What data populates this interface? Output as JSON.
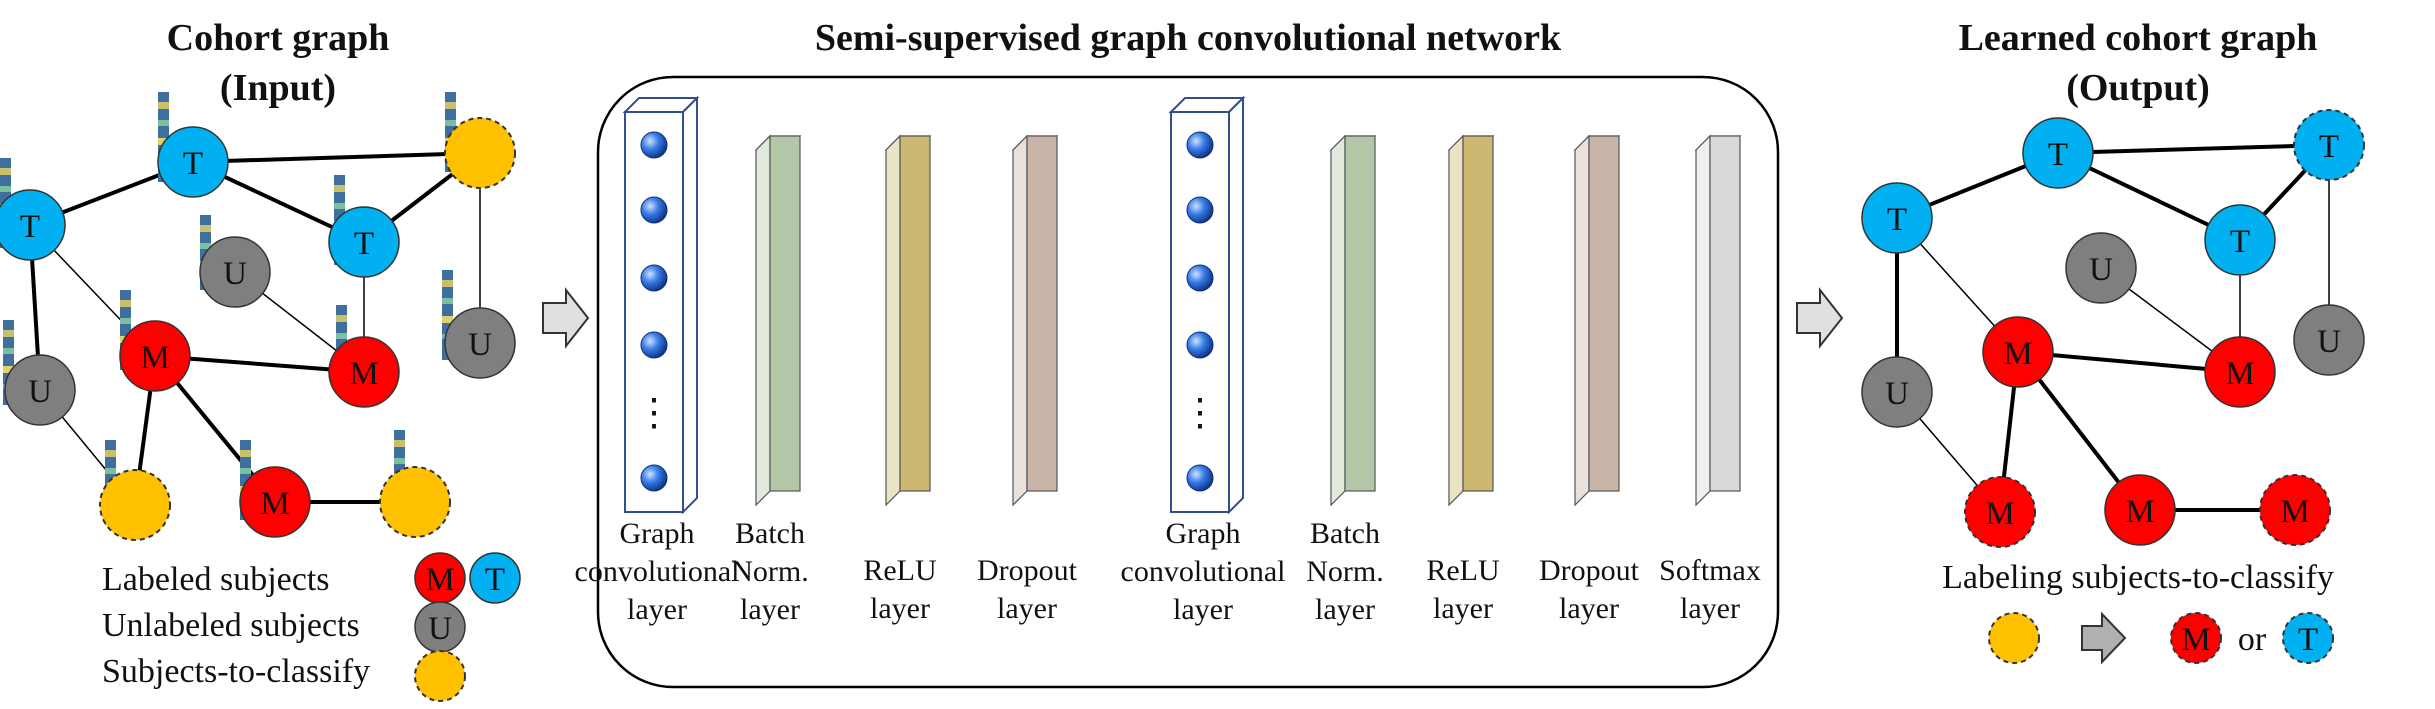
{
  "titles": {
    "input_line1": "Cohort graph",
    "input_line2": "(Input)",
    "network": "Semi-supervised graph convolutional network",
    "output_line1": "Learned cohort graph",
    "output_line2": "(Output)"
  },
  "node_labels": {
    "T": "T",
    "U": "U",
    "M": "M"
  },
  "layers": [
    {
      "type": "gcn",
      "lines": [
        "Graph",
        "convolutional",
        "layer"
      ]
    },
    {
      "type": "batchnorm",
      "lines": [
        "Batch",
        "Norm.",
        "layer"
      ]
    },
    {
      "type": "relu",
      "lines": [
        "ReLU",
        "layer"
      ]
    },
    {
      "type": "dropout",
      "lines": [
        "Dropout",
        "layer"
      ]
    },
    {
      "type": "gcn",
      "lines": [
        "Graph",
        "convolutional",
        "layer"
      ]
    },
    {
      "type": "batchnorm",
      "lines": [
        "Batch",
        "Norm.",
        "layer"
      ]
    },
    {
      "type": "relu",
      "lines": [
        "ReLU",
        "layer"
      ]
    },
    {
      "type": "dropout",
      "lines": [
        "Dropout",
        "layer"
      ]
    },
    {
      "type": "softmax",
      "lines": [
        "Softmax",
        "layer"
      ]
    }
  ],
  "gcn_ellipsis": "⋮",
  "legend": {
    "labeled": "Labeled subjects",
    "unlabeled": "Unlabeled subjects",
    "to_classify": "Subjects-to-classify"
  },
  "output_legend": {
    "caption": "Labeling subjects-to-classify",
    "or_word": "or"
  },
  "colors": {
    "T": "#00b0f0",
    "U": "#7f7f7f",
    "M": "#ff0000",
    "Y": "#ffc000",
    "batchnorm": "#b4c7a8",
    "relu": "#ccb870",
    "dropout": "#c9b4a8",
    "softmax": "#d9d9d9",
    "gcn_ball": "#2f6fd6"
  }
}
